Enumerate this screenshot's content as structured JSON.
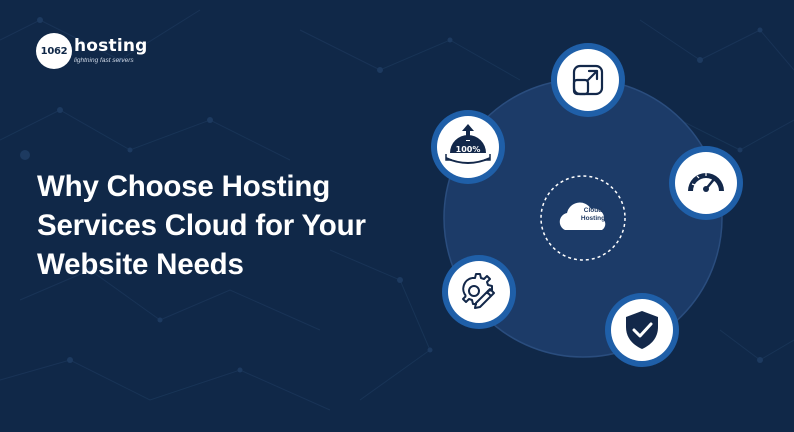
{
  "logo": {
    "badge": "1062",
    "wordmark": "hosting",
    "tagline": "lightning fast servers"
  },
  "headline": {
    "line1": "Why Choose Hosting",
    "line2": "Services Cloud for Your",
    "line3": "Website Needs"
  },
  "diagram": {
    "center_label_line1": "Cloud",
    "center_label_line2": "Hosting",
    "nodes": [
      {
        "icon": "scale-expand-icon"
      },
      {
        "icon": "speedometer-icon",
        "color": "#13284a"
      },
      {
        "icon": "shield-check-icon"
      },
      {
        "icon": "gear-pencil-icon"
      },
      {
        "icon": "uptime-100-percent-icon",
        "text": "100%"
      }
    ]
  },
  "colors": {
    "background": "#102848",
    "ring": "#1c3b68",
    "node_border": "#1f5fa8",
    "white": "#ffffff"
  }
}
